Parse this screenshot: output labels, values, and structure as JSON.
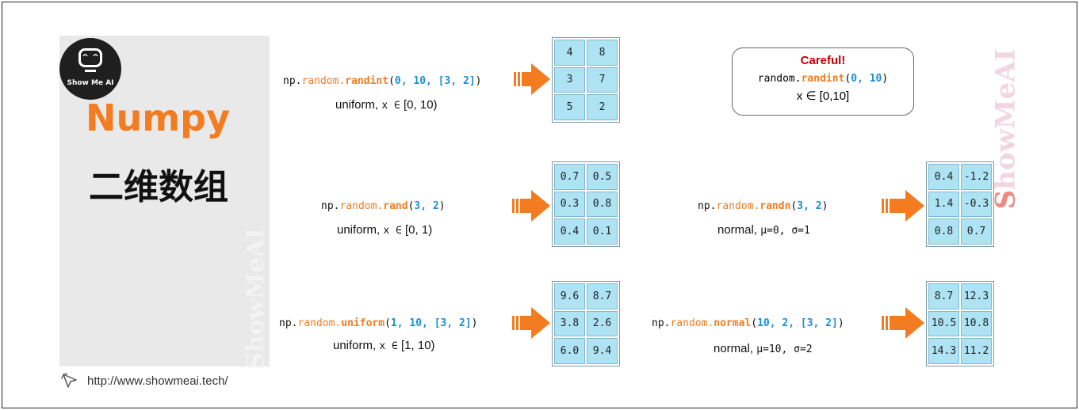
{
  "brand": {
    "logo_eyes": "^ ^",
    "logo_text": "Show Me AI",
    "title": "Numpy",
    "subtitle": "二维数组",
    "watermark": "ShowMeAI",
    "footer_url": "http://www.showmeai.tech/"
  },
  "examples": [
    {
      "prefix": "np.",
      "module": "random.",
      "func": "randint",
      "open": "(",
      "args": "0, 10, [3, 2]",
      "close": ")",
      "desc_prefix": "uniform, ",
      "desc_sym": "x ∈",
      "desc_suffix": " [0, 10)",
      "matrix": [
        [
          "4",
          "8"
        ],
        [
          "3",
          "7"
        ],
        [
          "5",
          "2"
        ]
      ]
    },
    {
      "prefix": "np.",
      "module": "random.",
      "func": "rand",
      "open": "(",
      "args": "3, 2",
      "close": ")",
      "desc_prefix": "uniform, ",
      "desc_sym": "x ∈",
      "desc_suffix": " [0, 1)",
      "matrix": [
        [
          "0.7",
          "0.5"
        ],
        [
          "0.3",
          "0.8"
        ],
        [
          "0.4",
          "0.1"
        ]
      ]
    },
    {
      "prefix": "np.",
      "module": "random.",
      "func": "uniform",
      "open": "(",
      "args": "1, 10, [3, 2]",
      "close": ")",
      "desc_prefix": "uniform, ",
      "desc_sym": "x ∈",
      "desc_suffix": " [1, 10)",
      "matrix": [
        [
          "9.6",
          "8.7"
        ],
        [
          "3.8",
          "2.6"
        ],
        [
          "6.0",
          "9.4"
        ]
      ]
    },
    {
      "prefix": "np.",
      "module": "random.",
      "func": "randn",
      "open": "(",
      "args": "3, 2",
      "close": ")",
      "desc_prefix": "normal, ",
      "desc_sym": "μ=0,  σ=1",
      "desc_suffix": "",
      "matrix": [
        [
          "0.4",
          "-1.2"
        ],
        [
          "1.4",
          "-0.3"
        ],
        [
          "0.8",
          "0.7"
        ]
      ]
    },
    {
      "prefix": "np.",
      "module": "random.",
      "func": "normal",
      "open": "(",
      "args": "10, 2, [3, 2]",
      "close": ")",
      "desc_prefix": "normal, ",
      "desc_sym": "μ=10,  σ=2",
      "desc_suffix": "",
      "matrix": [
        [
          "8.7",
          "12.3"
        ],
        [
          "10.5",
          "10.8"
        ],
        [
          "14.3",
          "11.2"
        ]
      ]
    }
  ],
  "careful": {
    "title": "Careful!",
    "code_prefix": "random.",
    "code_func": "randint",
    "code_open": "(",
    "code_args": "0, 10",
    "code_close": ")",
    "range": "x ∈ [0,10]"
  },
  "colors": {
    "accent_orange": "#f47c20",
    "number_blue": "#1a8fd6",
    "cell_fill": "#aee3f4",
    "careful_red": "#c00000"
  }
}
